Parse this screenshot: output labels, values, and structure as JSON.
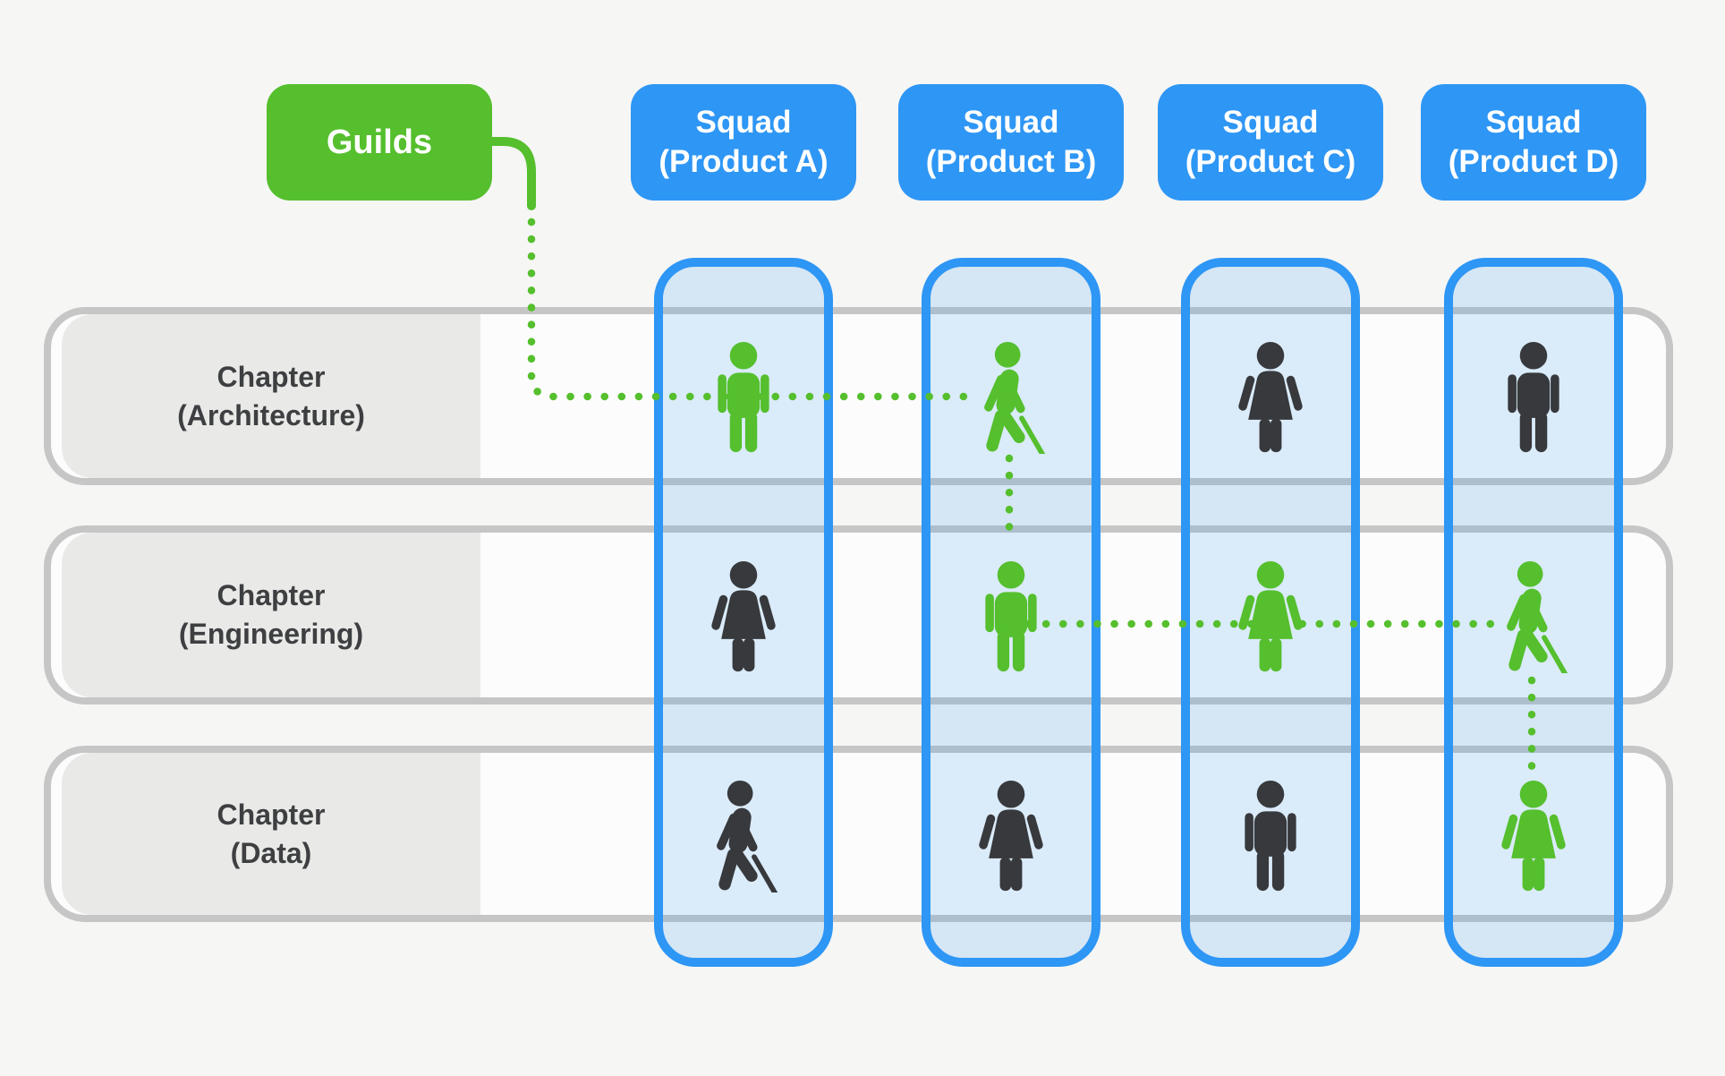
{
  "guilds_box": {
    "label": "Guilds"
  },
  "squad_headers": [
    {
      "line1": "Squad",
      "line2": "(Product A)"
    },
    {
      "line1": "Squad",
      "line2": "(Product B)"
    },
    {
      "line1": "Squad",
      "line2": "(Product C)"
    },
    {
      "line1": "Squad",
      "line2": "(Product D)"
    }
  ],
  "chapter_rows": [
    {
      "line1": "Chapter",
      "line2": "(Architecture)"
    },
    {
      "line1": "Chapter",
      "line2": "(Engineering)"
    },
    {
      "line1": "Chapter",
      "line2": "(Data)"
    }
  ],
  "matrix": {
    "rows": [
      {
        "chapter": "Architecture",
        "cells": [
          {
            "squad": "Product A",
            "icon": "man-icon",
            "color": "green"
          },
          {
            "squad": "Product B",
            "icon": "cane-person-icon",
            "color": "green"
          },
          {
            "squad": "Product C",
            "icon": "woman-icon",
            "color": "dark"
          },
          {
            "squad": "Product D",
            "icon": "man-icon",
            "color": "dark"
          }
        ]
      },
      {
        "chapter": "Engineering",
        "cells": [
          {
            "squad": "Product A",
            "icon": "woman-icon",
            "color": "dark"
          },
          {
            "squad": "Product B",
            "icon": "man-icon",
            "color": "green"
          },
          {
            "squad": "Product C",
            "icon": "woman-icon",
            "color": "green"
          },
          {
            "squad": "Product D",
            "icon": "cane-person-icon",
            "color": "green"
          }
        ]
      },
      {
        "chapter": "Data",
        "cells": [
          {
            "squad": "Product A",
            "icon": "cane-person-icon",
            "color": "dark"
          },
          {
            "squad": "Product B",
            "icon": "woman-icon",
            "color": "dark"
          },
          {
            "squad": "Product C",
            "icon": "man-icon",
            "color": "dark"
          },
          {
            "squad": "Product D",
            "icon": "woman-icon",
            "color": "green"
          }
        ]
      }
    ]
  },
  "guild_links": [
    {
      "from": "Guilds",
      "to": "Architecture x Product A"
    },
    {
      "from": "Architecture x Product A",
      "to": "Architecture x Product B"
    },
    {
      "from": "Architecture x Product B",
      "to": "Engineering x Product B"
    },
    {
      "from": "Engineering x Product B",
      "to": "Engineering x Product C"
    },
    {
      "from": "Engineering x Product C",
      "to": "Engineering x Product D"
    },
    {
      "from": "Engineering x Product D",
      "to": "Data x Product D"
    }
  ],
  "colors": {
    "background": "#f6f6f5",
    "green": "#55bf2d",
    "blue": "#2e96f4",
    "column_fill": "rgba(46,150,244,0.16)",
    "dark": "#37393c",
    "row_border": "#c6c6c6",
    "row_fill": "#fcfcfc",
    "label_fill": "#e9e9e8",
    "label_text": "#3d3f41",
    "white": "#ffffff"
  }
}
